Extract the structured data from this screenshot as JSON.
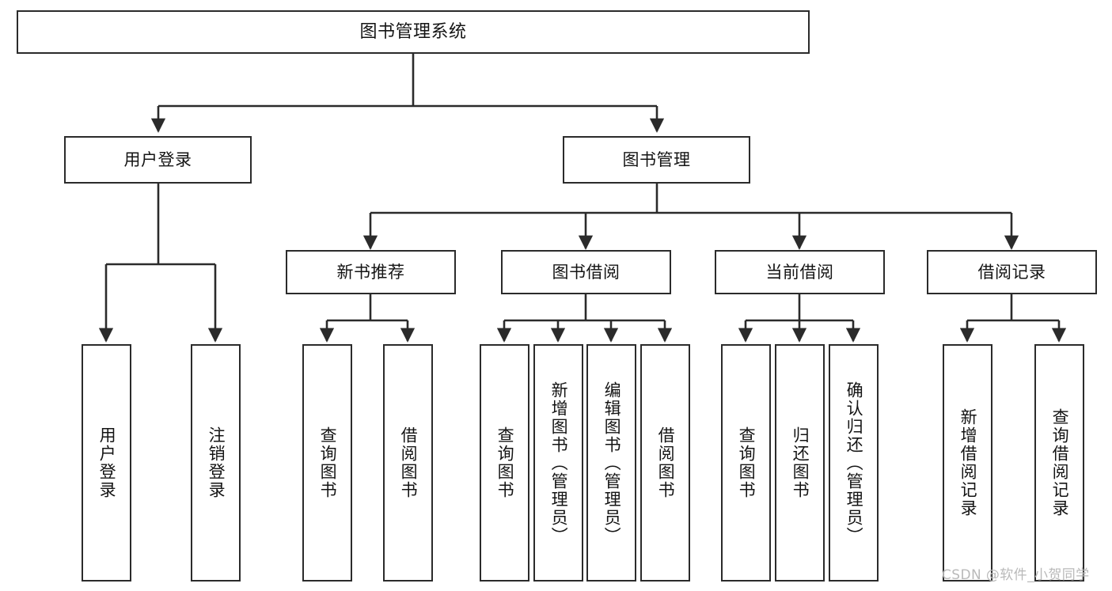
{
  "diagram": {
    "type": "tree",
    "title": "图书管理系统",
    "orientation": "top-down",
    "colors": {
      "box_border": "#2b2b2b",
      "box_fill": "#ffffff",
      "edge": "#2b2b2b",
      "text": "#141414",
      "watermark": "#b9b9b9"
    },
    "root": {
      "label": "图书管理系统"
    },
    "level2": [
      {
        "label": "用户登录"
      },
      {
        "label": "图书管理"
      }
    ],
    "level3": [
      {
        "label": "新书推荐"
      },
      {
        "label": "图书借阅"
      },
      {
        "label": "当前借阅"
      },
      {
        "label": "借阅记录"
      }
    ],
    "leaves": {
      "user_login": [
        {
          "label": "用户登录"
        },
        {
          "label": "注销登录"
        }
      ],
      "new_book_recommend": [
        {
          "label": "查询图书"
        },
        {
          "label": "借阅图书"
        }
      ],
      "book_borrow": [
        {
          "label": "查询图书"
        },
        {
          "label": "新增图书（管理员）"
        },
        {
          "label": "编辑图书（管理员）"
        },
        {
          "label": "借阅图书"
        }
      ],
      "current_borrow": [
        {
          "label": "查询图书"
        },
        {
          "label": "归还图书"
        },
        {
          "label": "确认归还（管理员）"
        }
      ],
      "borrow_record": [
        {
          "label": "新增借阅记录"
        },
        {
          "label": "查询借阅记录"
        }
      ]
    }
  },
  "watermark": {
    "text": "CSDN @软件_小贺同学"
  }
}
